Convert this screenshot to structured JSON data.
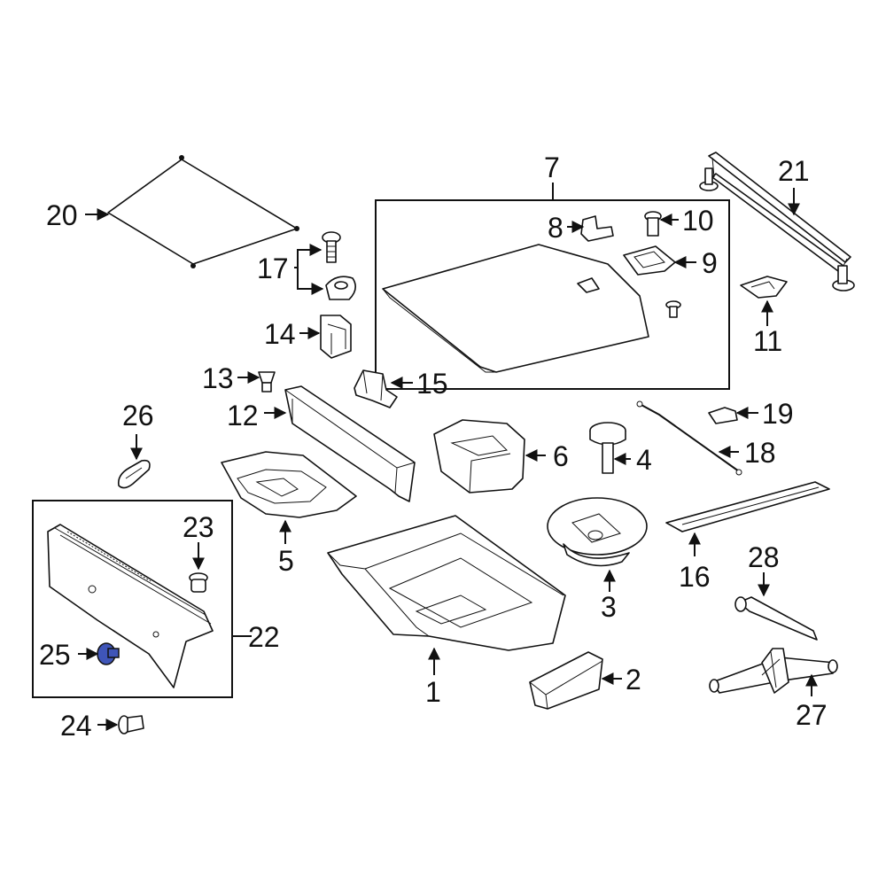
{
  "diagram": {
    "highlight_color": "#3f55b8",
    "line_color": "#111111",
    "callouts": [
      {
        "id": "1",
        "label": "1"
      },
      {
        "id": "2",
        "label": "2"
      },
      {
        "id": "3",
        "label": "3"
      },
      {
        "id": "4",
        "label": "4"
      },
      {
        "id": "5",
        "label": "5"
      },
      {
        "id": "6",
        "label": "6"
      },
      {
        "id": "7",
        "label": "7"
      },
      {
        "id": "8",
        "label": "8"
      },
      {
        "id": "9",
        "label": "9"
      },
      {
        "id": "10",
        "label": "10"
      },
      {
        "id": "11",
        "label": "11"
      },
      {
        "id": "12",
        "label": "12"
      },
      {
        "id": "13",
        "label": "13"
      },
      {
        "id": "14",
        "label": "14"
      },
      {
        "id": "15",
        "label": "15"
      },
      {
        "id": "16",
        "label": "16"
      },
      {
        "id": "17",
        "label": "17"
      },
      {
        "id": "18",
        "label": "18"
      },
      {
        "id": "19",
        "label": "19"
      },
      {
        "id": "20",
        "label": "20"
      },
      {
        "id": "21",
        "label": "21"
      },
      {
        "id": "22",
        "label": "22"
      },
      {
        "id": "23",
        "label": "23"
      },
      {
        "id": "24",
        "label": "24"
      },
      {
        "id": "25",
        "label": "25"
      },
      {
        "id": "26",
        "label": "26"
      },
      {
        "id": "27",
        "label": "27"
      },
      {
        "id": "28",
        "label": "28"
      }
    ]
  }
}
